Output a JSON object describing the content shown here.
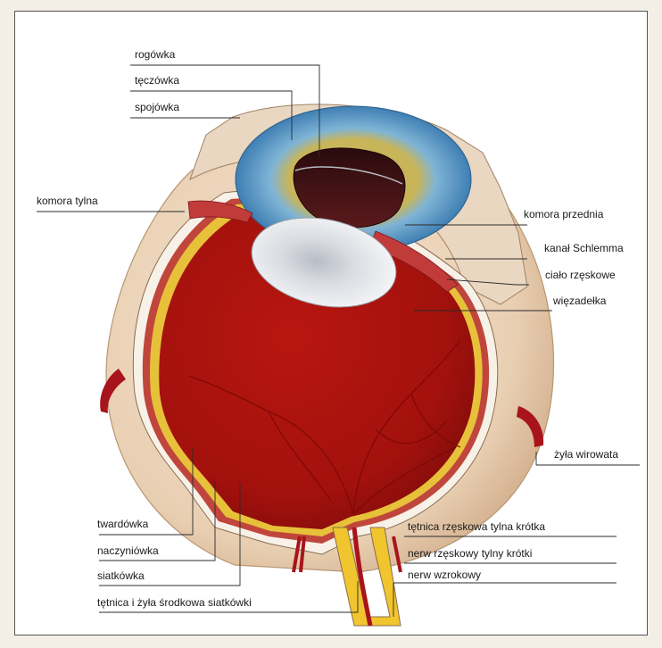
{
  "labels": {
    "rogowka": "rogówka",
    "teczowka": "tęczówka",
    "spojowka": "spojówka",
    "komora_tylna": "komora tylna",
    "komora_przednia": "komora przednia",
    "kanal_schlemma": "kanał Schlemma",
    "cialo_rzeskowe": "ciało rzęskowe",
    "wiezadelka": "więzadełka",
    "zyla_wirowata": "żyła wirowata",
    "twardowka": "twardówka",
    "naczyniowka": "naczyniówka",
    "siatkowka": "siatkówka",
    "tetnica_zyla": "tętnica i żyła środkowa siatkówki",
    "tetnica_rzeskowa": "tętnica rzęskowa tylna krótka",
    "nerw_rzeskowy": "nerw rzęskowy tylny krótki",
    "nerw_wzrokowy": "nerw wzrokowy"
  },
  "colors": {
    "sclera": "#ecd7bd",
    "choroid": "#b8423a",
    "retina": "#e8c23a",
    "vitreous": "#a3110d",
    "iris": "#6aa6cf",
    "pupil": "#3b0f12",
    "lens": "#dfe1e5",
    "vessel": "#a8141b",
    "optic_nerve": "#f0c52e"
  }
}
